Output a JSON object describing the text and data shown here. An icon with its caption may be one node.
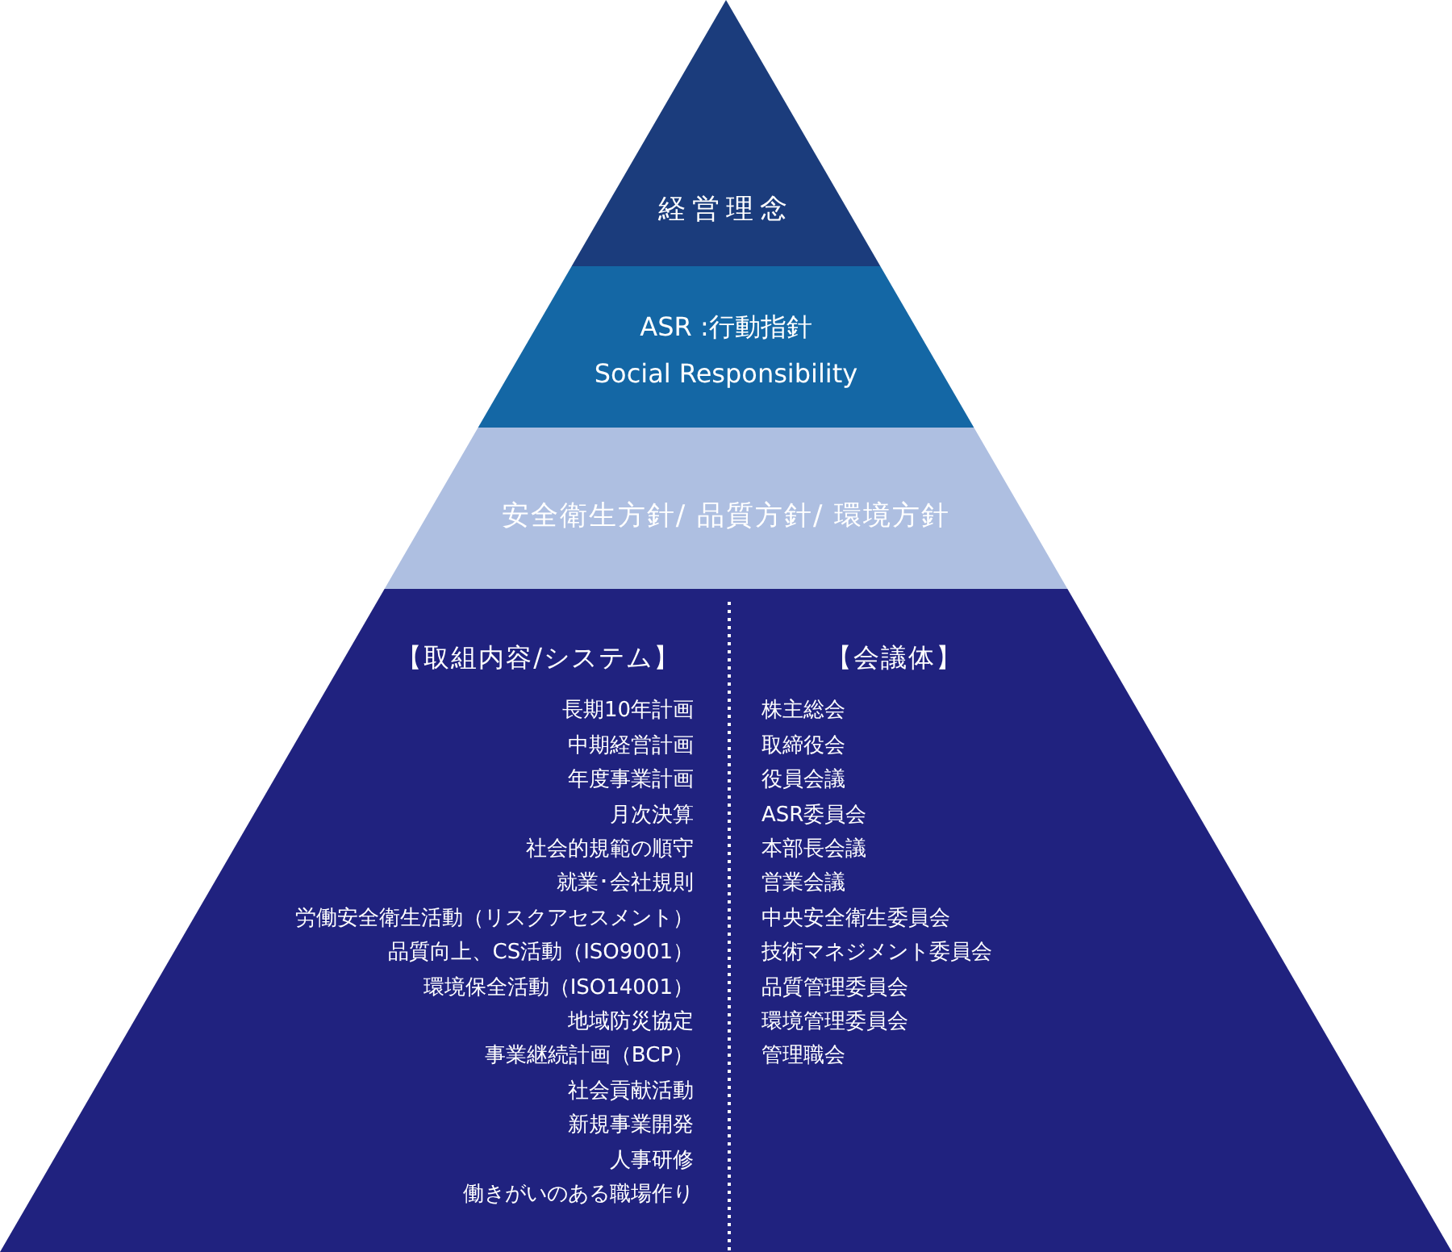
{
  "diagram": {
    "nodes": [
      {
        "text": [
          "経営理念"
        ]
      },
      {
        "text": [
          "ASR :行動指針",
          "Social Responsibility"
        ]
      },
      {
        "text": [
          "安全衛生方針/ 品質方針/ 環境方針"
        ]
      },
      {
        "text": [],
        "shape": "trapezoid"
      },
      {
        "text": [
          "【取組内容/システム】",
          "長期10年計画",
          "中期経営計画",
          "年度事業計画",
          "月次決算",
          "社会的規範の順守",
          "就業･会社規則",
          "労働安全衛生活動（リスクアセスメント）",
          "品質向上、CS活動（ISO9001）",
          "環境保全活動（ISO14001）",
          "地域防災協定",
          "事業継続計画（BCP）",
          "社会貢献活動",
          "新規事業開発",
          "人事研修",
          "働きがいのある職場作り"
        ],
        "in": 3
      },
      {
        "text": [
          "【会議体】",
          "株主総会",
          "取締役会",
          "役員会議",
          "ASR委員会",
          "本部長会議",
          "営業会議",
          "中央安全衛生委員会",
          "技術マネジメント委員会",
          "品質管理委員会",
          "環境管理委員会",
          "管理職会"
        ],
        "in": 3
      }
    ],
    "edges": []
  }
}
